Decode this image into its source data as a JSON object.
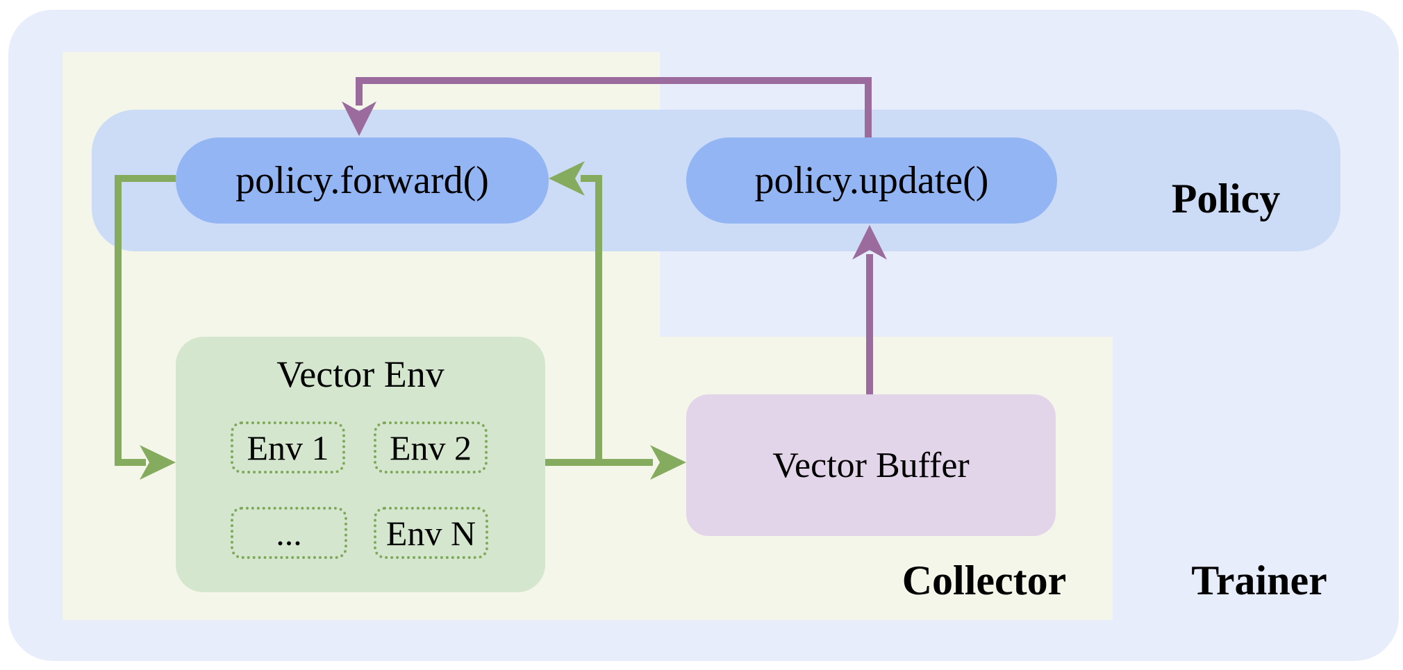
{
  "regions": {
    "trainer": {
      "label": "Trainer"
    },
    "collector": {
      "label": "Collector"
    },
    "policy": {
      "label": "Policy"
    }
  },
  "nodes": {
    "policy_forward": {
      "label": "policy.forward()"
    },
    "policy_update": {
      "label": "policy.update()"
    },
    "vector_env": {
      "title": "Vector Env",
      "envs": [
        "Env 1",
        "Env 2",
        "...",
        "Env N"
      ]
    },
    "vector_buffer": {
      "label": "Vector Buffer"
    }
  },
  "arrows": [
    {
      "name": "forward-to-env",
      "color": "green",
      "from": "policy.forward()",
      "to": "Vector Env"
    },
    {
      "name": "env-to-forward",
      "color": "green",
      "from": "Vector Env",
      "to": "policy.forward()"
    },
    {
      "name": "env-to-buffer",
      "color": "green",
      "from": "Vector Env",
      "to": "Vector Buffer"
    },
    {
      "name": "buffer-to-update",
      "color": "purple",
      "from": "Vector Buffer",
      "to": "policy.update()"
    },
    {
      "name": "update-to-forward",
      "color": "purple",
      "from": "policy.update()",
      "to": "policy.forward()"
    }
  ],
  "colors": {
    "page_bg": "#ffffff",
    "trainer_bg": "#e8edfc",
    "collector_bg": "#f3f6e9",
    "policy_band_bg": "#cddcf6",
    "pill_bg": "#94b5f3",
    "env_box_bg": "#d5e6ce",
    "env_border": "#7fa85a",
    "buffer_bg": "#e3d5e9",
    "arrow_green": "#85ab5e",
    "arrow_purple": "#9b6b9e",
    "label_text": "#000000"
  }
}
